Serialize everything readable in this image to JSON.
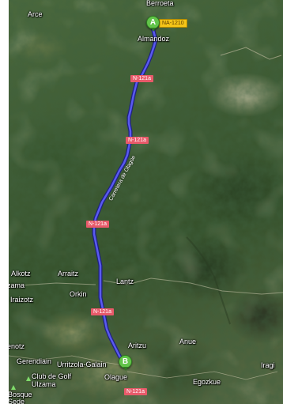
{
  "map": {
    "type": "satellite",
    "colors": {
      "route": "#3d3dd6",
      "marker": "#62c44a",
      "shield_red": "#e85a6a",
      "shield_yellow": "#f5c518"
    },
    "markers": {
      "start": {
        "letter": "A"
      },
      "end": {
        "letter": "B"
      }
    },
    "road_name": "Carretera de Olagüe",
    "shields": {
      "na1210": "NA-1210",
      "n121a_1": "N-121a",
      "n121a_2": "N-121a",
      "n121a_3": "N-121a",
      "n121a_4": "N-121a",
      "n121a_5": "N-121a"
    },
    "places": {
      "berroeta": "Berroeta",
      "arce": "Arce",
      "almandoz": "Almandoz",
      "alkotz": "Alkotz",
      "arraitz": "Arraitz",
      "lantz": "Lantz",
      "zama": "zama",
      "iraizotz": "Iraizotz",
      "orkin": "Orkin",
      "enotz": "enotz",
      "aritzu": "Aritzu",
      "anue": "Anue",
      "gerendiain": "Gerendiain",
      "urritzola_galain": "Urritzola-Galain",
      "club_golf_1": "Club de Golf",
      "club_golf_2": "Ulzama",
      "olague": "Olague",
      "egozkue": "Egozkue",
      "iragi": "Iragi",
      "bosque": "Bosque",
      "sede": "Sede"
    },
    "icons": [
      "park-icon"
    ]
  }
}
